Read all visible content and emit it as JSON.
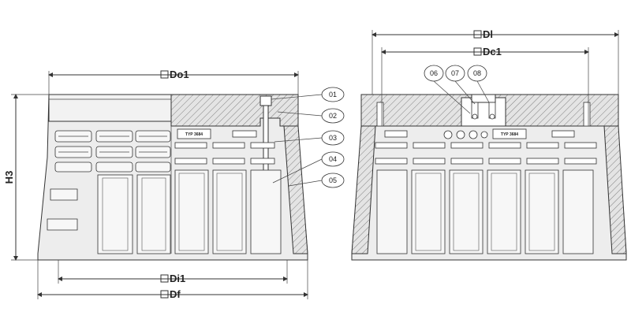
{
  "left_view": {
    "dimensions": {
      "top": "Do1",
      "height": "H3",
      "inner_bottom": "Di1",
      "base": "Df"
    },
    "plate_label": "TYP 3684"
  },
  "right_view": {
    "dimensions": {
      "outer": "Dl",
      "inner": "Dc1"
    },
    "plate_label": "TYP 3684"
  },
  "callouts": [
    "01",
    "02",
    "03",
    "04",
    "05",
    "06",
    "07",
    "08"
  ],
  "colors": {
    "line": "#333333",
    "fill": "#ededed",
    "background": "#ffffff"
  }
}
